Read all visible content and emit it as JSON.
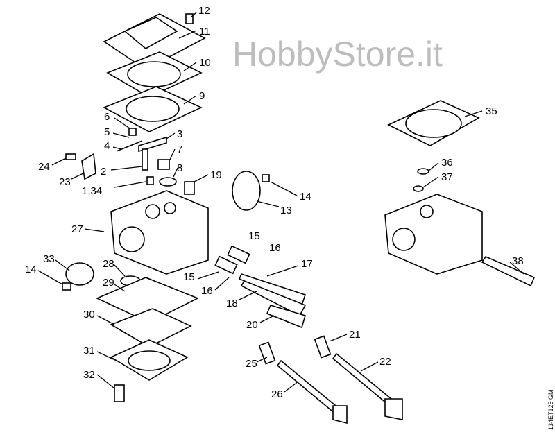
{
  "diagram": {
    "title": "Carburetor exploded parts view",
    "watermark": "HobbyStore.it",
    "drawing_code": "134ET125 GM",
    "labels": [
      "12",
      "11",
      "10",
      "9",
      "6",
      "5",
      "3",
      "4",
      "7",
      "24",
      "23",
      "2",
      "8",
      "19",
      "1,34",
      "13",
      "14",
      "27",
      "33",
      "28",
      "15",
      "16",
      "17",
      "14",
      "29",
      "15",
      "16",
      "18",
      "30",
      "20",
      "21",
      "31",
      "25",
      "22",
      "32",
      "26",
      "35",
      "36",
      "37",
      "38"
    ]
  }
}
